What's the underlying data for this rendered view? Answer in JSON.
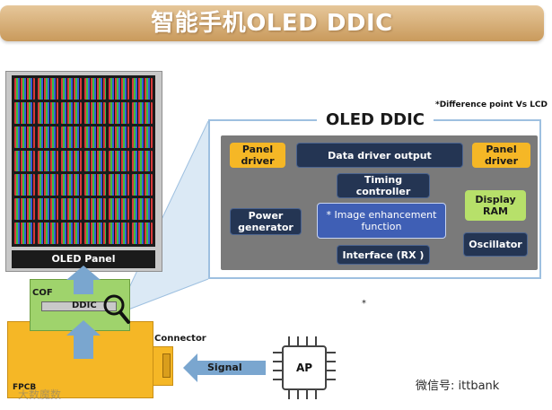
{
  "title": "智能手机OLED DDIC",
  "panel": {
    "label": "OLED Panel",
    "grid_cols": 6,
    "grid_rows": 7
  },
  "ddic": {
    "title": "OLED DDIC",
    "note": "*Difference point Vs LCD",
    "blocks": {
      "panel_driver_left": "Panel driver",
      "data_driver_output": "Data driver output",
      "panel_driver_right": "Panel driver",
      "timing_controller": "Timing controller",
      "display_ram": "Display RAM",
      "power_generator": "Power generator",
      "image_enhancement": "* Image enhancement function",
      "oscillator": "Oscillator",
      "interface": "Interface (RX )"
    }
  },
  "board": {
    "cof_label": "COF",
    "ddic_label": "DDIC",
    "fpcb_label": "FPCB",
    "connector_label": "Connector",
    "signal_label": "Signal",
    "ap_label": "AP"
  },
  "watermarks": {
    "left": "大数魔数",
    "right": "微信号: ittbank"
  },
  "mark": "*",
  "colors": {
    "banner": "#d4a86a",
    "yellow_block": "#f5b726",
    "navy_block": "#243553",
    "green_block": "#b7e06a",
    "blue_block": "#3f5fb5",
    "arrow": "#7aa6cf"
  }
}
